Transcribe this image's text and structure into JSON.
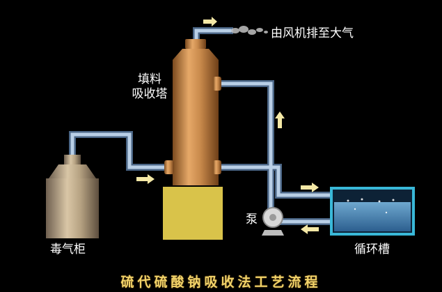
{
  "labels": {
    "tower_line1": "填料",
    "tower_line2": "吸收塔",
    "exhaust": "由风机排至大气",
    "gas_cabinet": "毒气柜",
    "pump": "泵",
    "tank": "循环槽"
  },
  "caption": "硫代硫酸钠吸收法工艺流程",
  "colors": {
    "background": "#000000",
    "pipe": "#9fb9d6",
    "tower": "#c98a4c",
    "base_block": "#d9c34a",
    "tank": "#39b8d8",
    "arrow": "#f4e8a6",
    "caption": "#f2d36a"
  }
}
